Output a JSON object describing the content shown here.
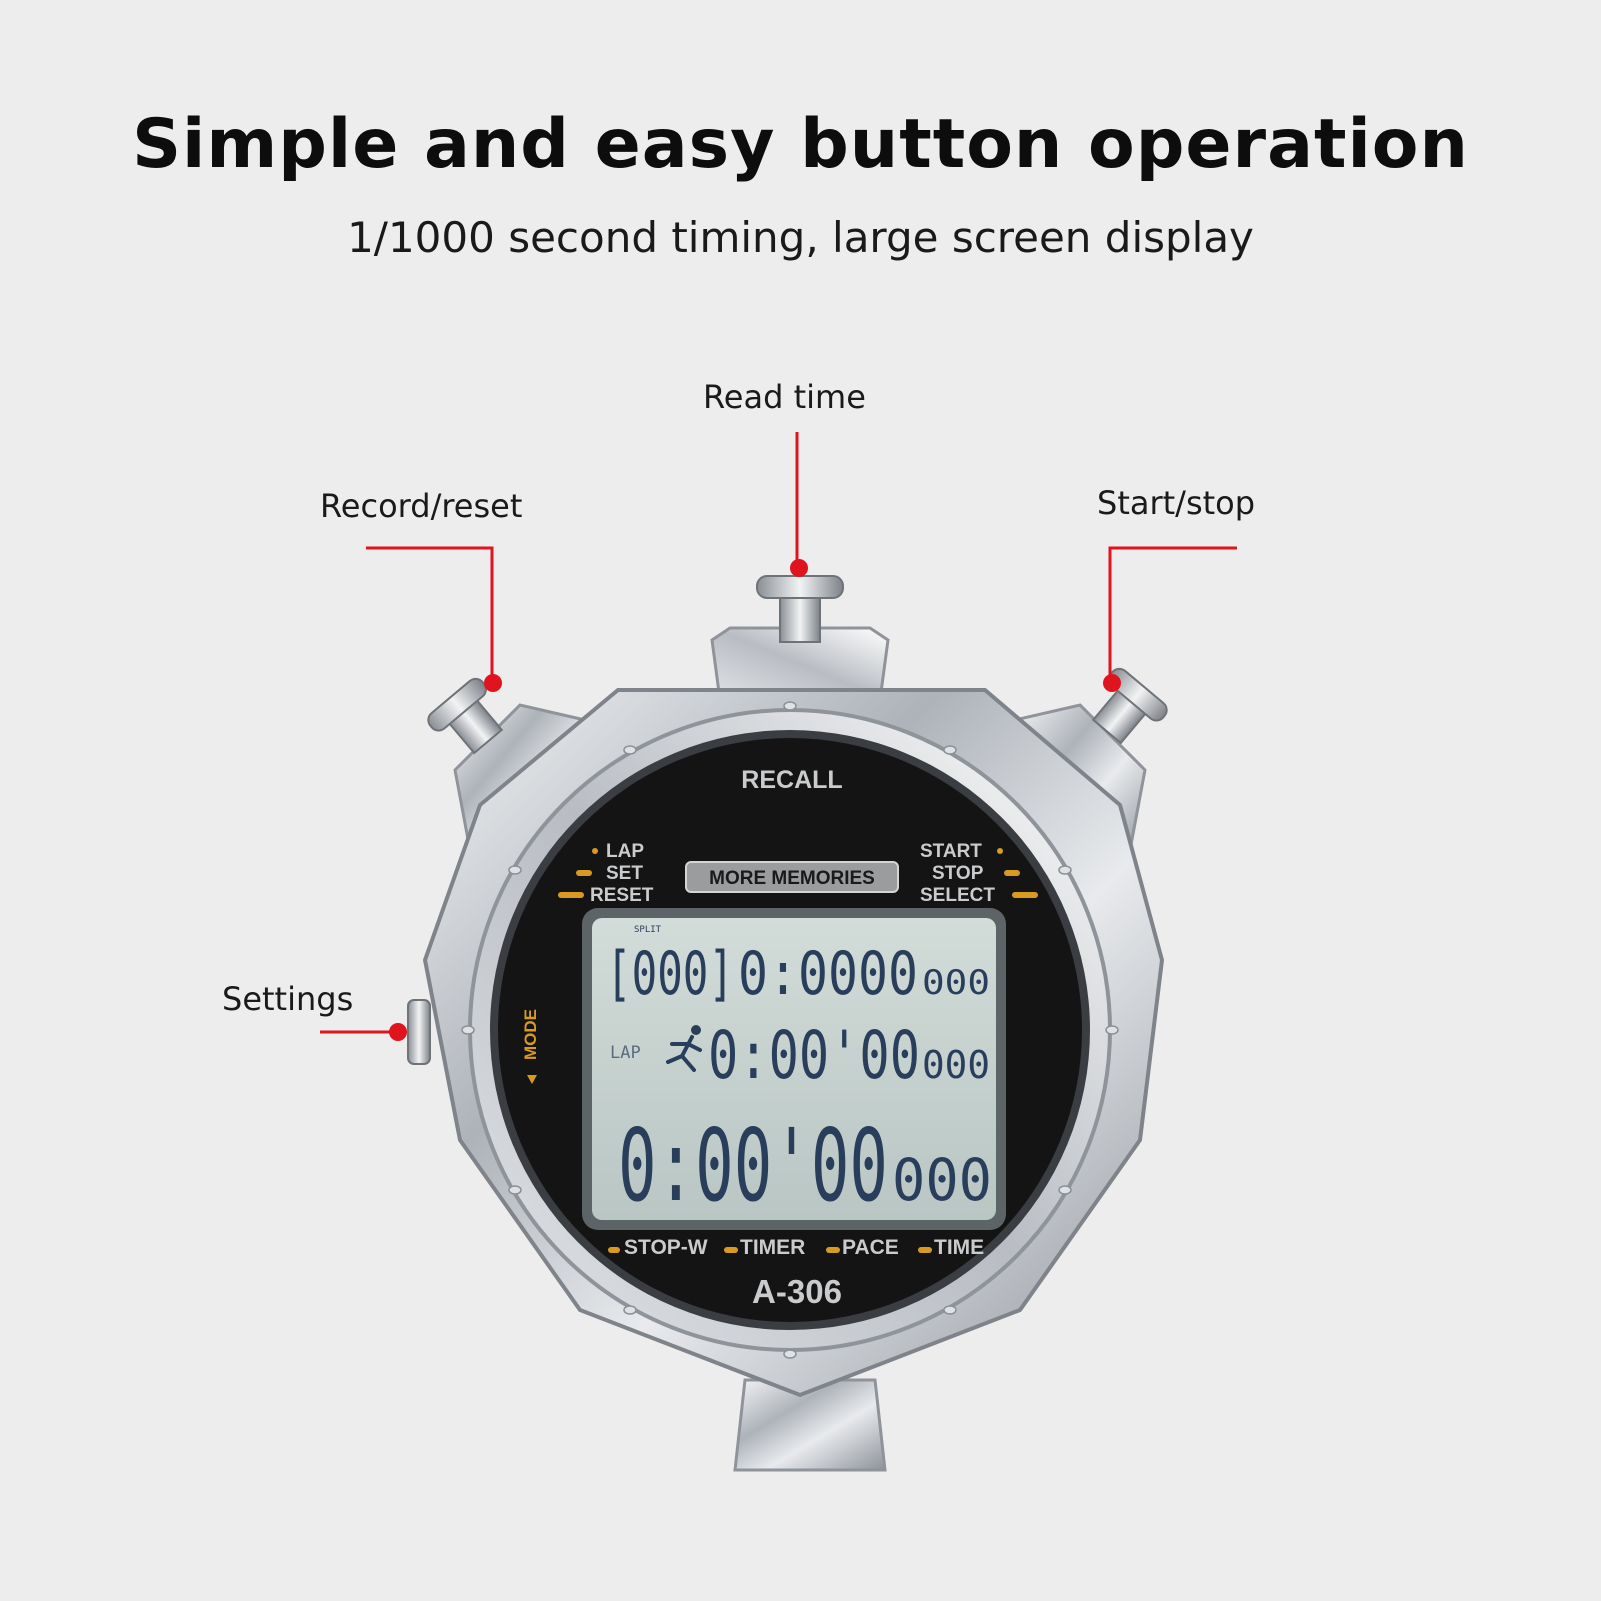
{
  "heading": {
    "title": "Simple and easy button operation",
    "subtitle": "1/1000 second timing, large screen display"
  },
  "callouts": {
    "read_time": "Read time",
    "record_reset": "Record/reset",
    "start_stop": "Start/stop",
    "settings": "Settings"
  },
  "stopwatch": {
    "recall_label": "RECALL",
    "left_labels": [
      "LAP",
      "SET",
      "RESET"
    ],
    "right_labels": [
      "START",
      "STOP",
      "SELECT"
    ],
    "memories_badge": "MORE MEMORIES",
    "mode_label": "MODE",
    "model": "A-306",
    "bottom_modes": [
      "STOP-W",
      "TIMER",
      "PACE",
      "TIME"
    ],
    "lcd": {
      "split_label": "SPLIT",
      "lap_label": "LAP",
      "row1_counter": "[000]",
      "row1_time": "0:0000",
      "row1_ms": "000",
      "row2_time": "0:00'00",
      "row2_ms": "000",
      "row3_time": "0:00'00",
      "row3_ms": "000"
    }
  },
  "colors": {
    "accent_red": "#e0141e",
    "lcd_background": "#c6d2cf",
    "lcd_digits": "#283e5a",
    "dial_black": "#141414",
    "chrome": "#c9cdd2",
    "indicator_orange": "#d99a22"
  }
}
